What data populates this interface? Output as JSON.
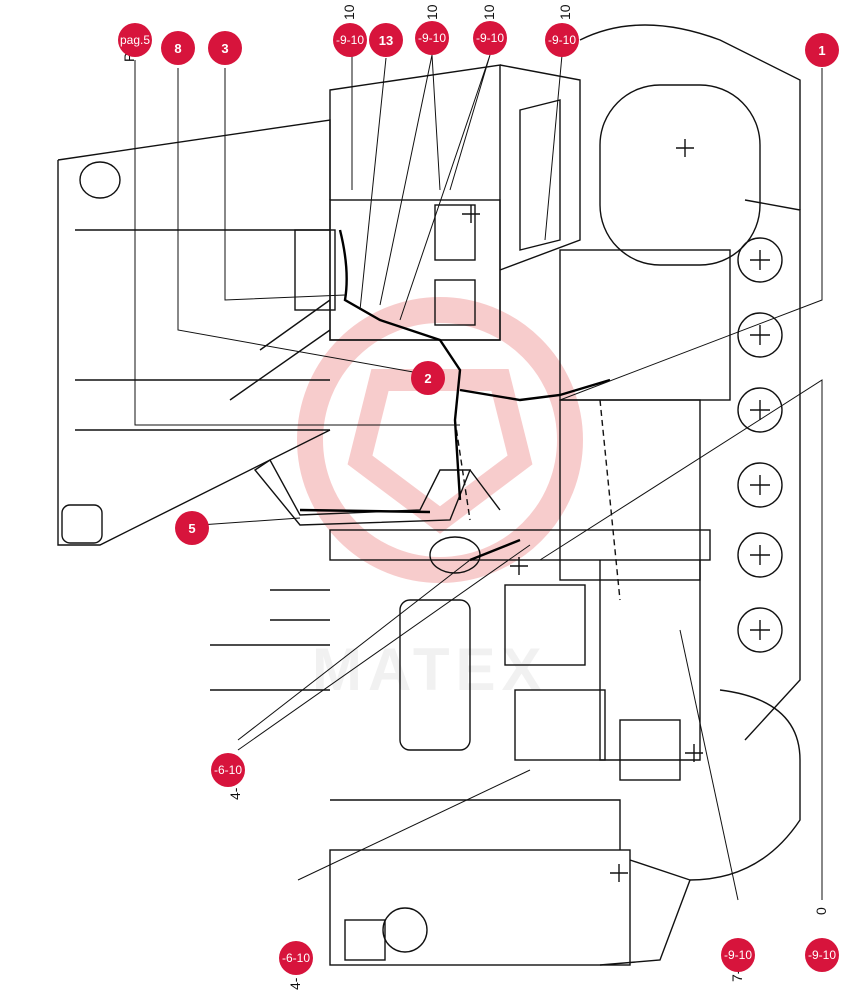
{
  "colors": {
    "ink": "#111111",
    "callout": "#d7143c",
    "watermark": "#f2a3a3",
    "harness": "#000000"
  },
  "watermark": {
    "text": "MATEX"
  },
  "callouts": {
    "c1": "1",
    "c2": "2",
    "c3": "3",
    "c5": "5",
    "c8": "8",
    "c13": "13",
    "pag": "pag.5",
    "top1": "-9-10",
    "top2": "-9-10",
    "top3": "-9-10",
    "top4": "-9-10",
    "left1": "-6-10",
    "left2": "-6-10",
    "bot1": "-9-10",
    "bot2": "-9-10"
  },
  "margin_refs": {
    "tl": "P. 5",
    "t1": "10",
    "t2": "10",
    "t3": "10",
    "t4": "10",
    "l1": "4-",
    "l2": "4-",
    "b1": "7-0",
    "b2": "0"
  },
  "icons": [
    "plus-mark",
    "pulley",
    "muffler",
    "air-cleaner",
    "battery",
    "seat",
    "fuel-tank",
    "track-roller"
  ]
}
